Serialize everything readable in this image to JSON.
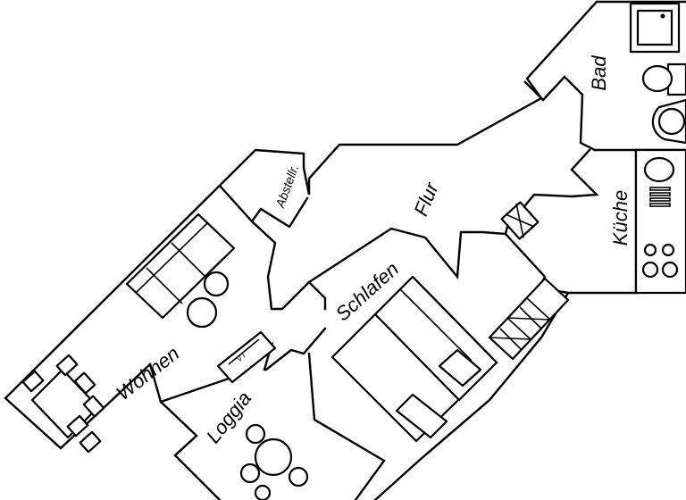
{
  "rooms": {
    "bad": "Bad",
    "kueche": "Küche",
    "flur": "Flur",
    "abstell": "Abstellr.",
    "schlafen": "Schlafen",
    "wohnen": "Wohnen",
    "loggia": "Loggia"
  },
  "fixtures": {
    "vt_label": "VT"
  }
}
